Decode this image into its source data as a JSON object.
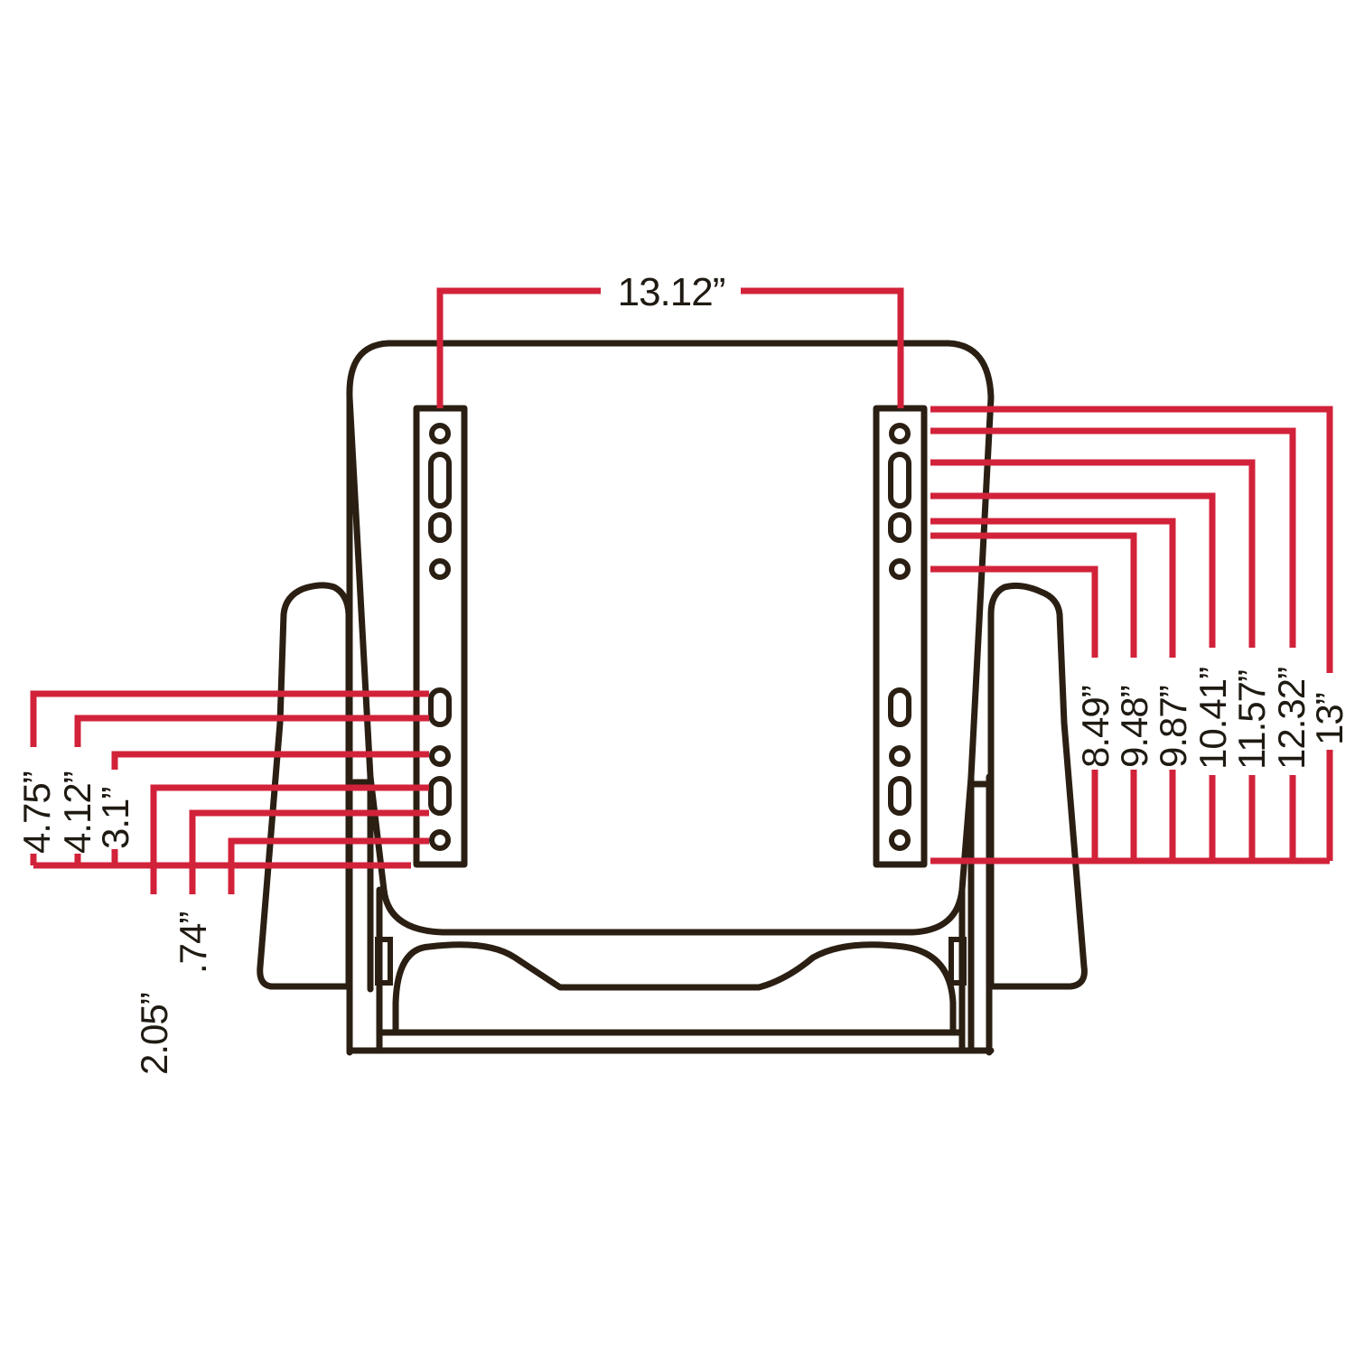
{
  "diagram": {
    "subject": "seat mounting bracket dimensions",
    "colors": {
      "outline": "#2a1f12",
      "dimension_line": "#d2223a",
      "label_text": "#1f1a12",
      "background": "#ffffff"
    },
    "top_dimension": {
      "label": "13.12”",
      "description": "distance between left and right mounting brackets"
    },
    "right_dimensions": [
      {
        "label": "8.49”"
      },
      {
        "label": "9.48”"
      },
      {
        "label": "9.87”"
      },
      {
        "label": "10.41”"
      },
      {
        "label": "11.57”"
      },
      {
        "label": "12.32”"
      },
      {
        "label": "13”"
      }
    ],
    "left_dimensions": [
      {
        "label": "4.75”"
      },
      {
        "label": "4.12”"
      },
      {
        "label": "3.1”"
      },
      {
        "label": "2.05”"
      },
      {
        "label": ".74”"
      }
    ]
  }
}
